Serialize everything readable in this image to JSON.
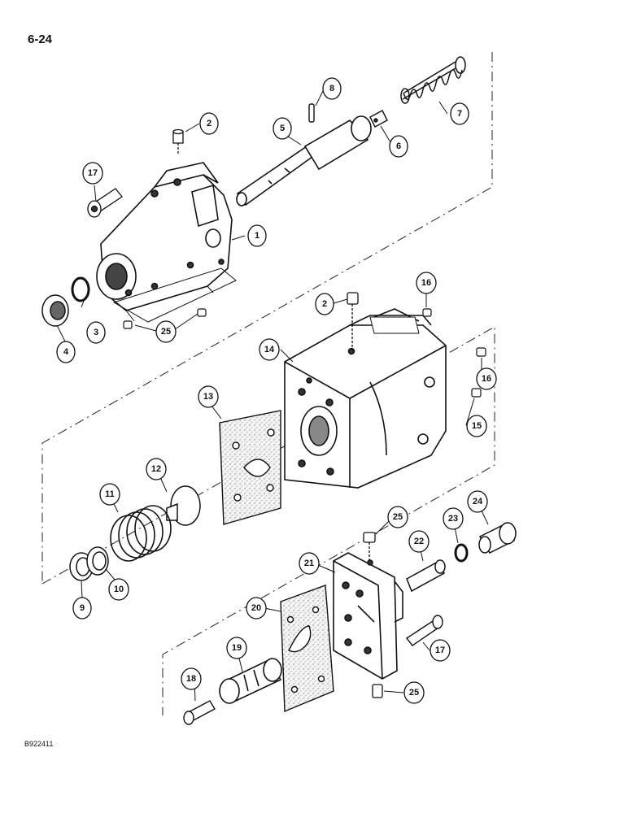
{
  "page_number": "6-24",
  "figure_code": "B922411",
  "callouts": [
    "1",
    "2",
    "3",
    "4",
    "5",
    "6",
    "7",
    "8",
    "9",
    "10",
    "11",
    "12",
    "13",
    "14",
    "15",
    "16",
    "17",
    "18",
    "19",
    "20",
    "21",
    "22",
    "23",
    "24",
    "25"
  ]
}
